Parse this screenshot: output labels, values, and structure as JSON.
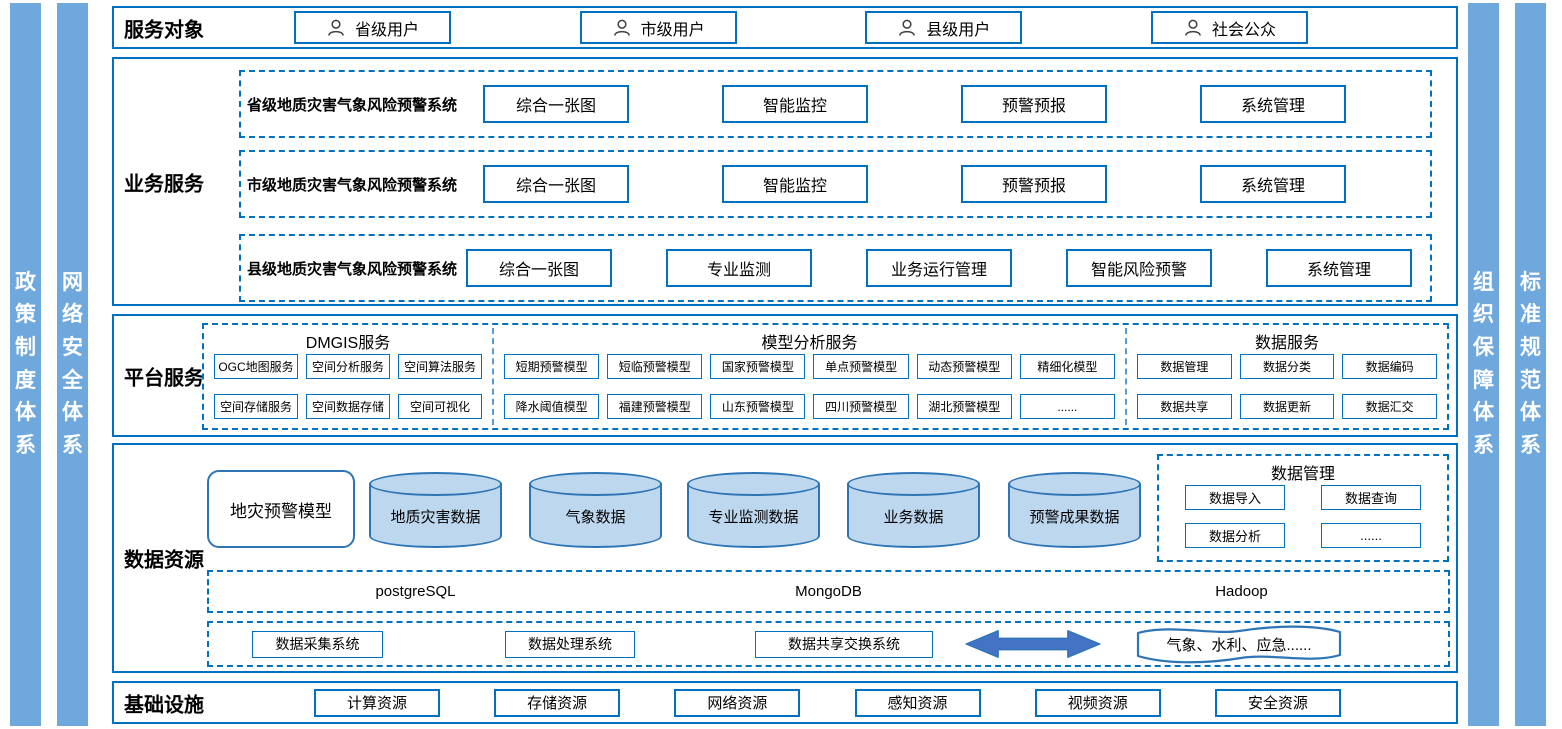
{
  "side_bars": {
    "left": [
      {
        "label": "政策制度体系"
      },
      {
        "label": "网络安全体系"
      }
    ],
    "right": [
      {
        "label": "组织保障体系"
      },
      {
        "label": "标准规范体系"
      }
    ]
  },
  "service_targets": {
    "title": "服务对象",
    "items": [
      {
        "label": "省级用户"
      },
      {
        "label": "市级用户"
      },
      {
        "label": "县级用户"
      },
      {
        "label": "社会公众"
      }
    ]
  },
  "business_services": {
    "title": "业务服务",
    "systems": [
      {
        "name": "省级地质灾害气象风险预警系统",
        "modules": [
          "综合一张图",
          "智能监控",
          "预警预报",
          "系统管理"
        ]
      },
      {
        "name": "市级地质灾害气象风险预警系统",
        "modules": [
          "综合一张图",
          "智能监控",
          "预警预报",
          "系统管理"
        ]
      },
      {
        "name": "县级地质灾害气象风险预警系统",
        "modules": [
          "综合一张图",
          "专业监测",
          "业务运行管理",
          "智能风险预警",
          "系统管理"
        ]
      }
    ]
  },
  "platform_services": {
    "title": "平台服务",
    "groups": [
      {
        "name": "DMGIS服务",
        "items": [
          "OGC地图服务",
          "空间分析服务",
          "空间算法服务",
          "空间存储服务",
          "空间数据存储",
          "空间可视化"
        ]
      },
      {
        "name": "模型分析服务",
        "items": [
          "短期预警模型",
          "短临预警模型",
          "国家预警模型",
          "单点预警模型",
          "动态预警模型",
          "精细化模型",
          "降水阈值模型",
          "福建预警模型",
          "山东预警模型",
          "四川预警模型",
          "湖北预警模型",
          "......"
        ]
      },
      {
        "name": "数据服务",
        "items": [
          "数据管理",
          "数据分类",
          "数据编码",
          "数据共享",
          "数据更新",
          "数据汇交"
        ]
      }
    ]
  },
  "data_resources": {
    "title": "数据资源",
    "model_box": "地灾预警模型",
    "cylinders": [
      "地质灾害数据",
      "气象数据",
      "专业监测数据",
      "业务数据",
      "预警成果数据"
    ],
    "data_management": {
      "name": "数据管理",
      "items": [
        "数据导入",
        "数据查询",
        "数据分析",
        "......"
      ]
    },
    "databases": [
      "postgreSQL",
      "MongoDB",
      "Hadoop"
    ],
    "systems": [
      "数据采集系统",
      "数据处理系统",
      "数据共享交换系统"
    ],
    "external_systems": "气象、水利、应急......"
  },
  "infrastructure": {
    "title": "基础设施",
    "items": [
      "计算资源",
      "存储资源",
      "网络资源",
      "感知资源",
      "视频资源",
      "安全资源"
    ]
  },
  "colors": {
    "accent_border": "#0070C0",
    "side_bar": "#6FA8DC",
    "cylinder_fill": "#BDD7EE",
    "cylinder_border": "#2E75B6",
    "arrow_fill": "#4472C4"
  }
}
